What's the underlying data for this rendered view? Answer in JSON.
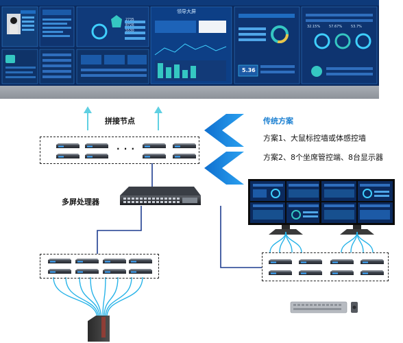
{
  "labels": {
    "node": "拼接节点",
    "processor": "多屏处理器",
    "traditional_title": "传统方案",
    "scheme1": "方案1、大鼠标控墙或体感控墙",
    "scheme2": "方案2、8个坐席管控端、8台显示器",
    "dots": "· · ·"
  },
  "screen_text": {
    "wall_title": "领导大屏",
    "big_number": "5.36",
    "numbers": [
      "2735",
      "8726",
      "5530",
      "32.15%",
      "57.67%",
      "53.7%"
    ]
  },
  "colors": {
    "screen_bg": "#0b2a5e",
    "screen_frame": "#0a0a0a",
    "panel": "#12407f",
    "accent_cyan": "#3fd0ff",
    "accent_teal": "#35c7c2",
    "line_blue": "#1d3c8f",
    "cable": "#27b3e8",
    "arrow": "#1a7fd1"
  }
}
